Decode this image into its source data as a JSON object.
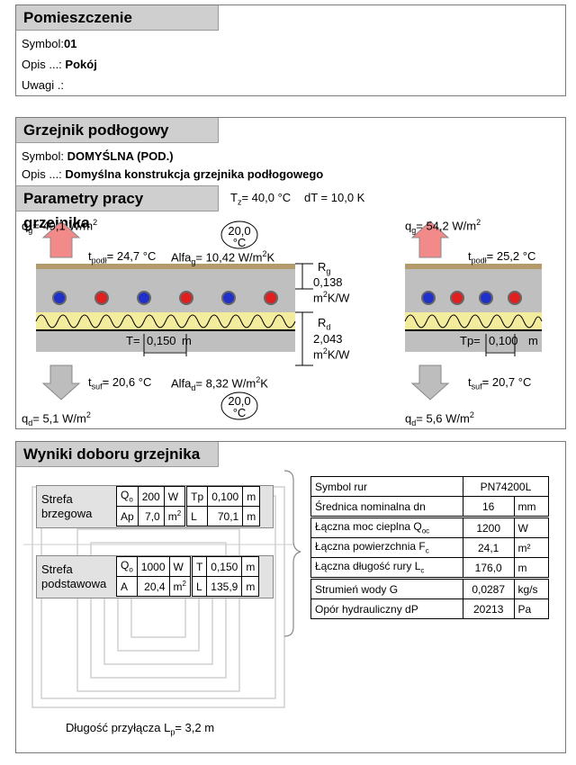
{
  "room": {
    "title": "Pomieszczenie",
    "symbol_label": "Symbol:",
    "symbol_value": "01",
    "desc_label": "Opis ...:",
    "desc_value": "Pokój",
    "notes_label": "Uwagi .:",
    "notes_value": ""
  },
  "heater": {
    "title": "Grzejnik podłogowy",
    "symbol_label": "Symbol:",
    "symbol_value": "DOMYŚLNA (POD.)",
    "desc_label": "Opis ...:",
    "desc_value": "Domyślna konstrukcja grzejnika podłogowego"
  },
  "params": {
    "title": "Parametry pracy grzejnika",
    "tz_label": "T",
    "tz_sub": "z",
    "tz_value": "= 40,0 °C",
    "dt_label": "dT = 10,0 K",
    "left": {
      "qg_label": "q",
      "qg_sub": "g",
      "qg_value": "= 49,1 W/m",
      "tpodl_label": "t",
      "tpodl_sub": "podł",
      "tpodl_value": "= 24,7 °C",
      "alfag_label": "Alfa",
      "alfag_sub": "g",
      "alfag_value": "= 10,42 W/m",
      "alfag_unit": "K",
      "temp_top": "20,0",
      "temp_unit": "°C",
      "rg_label": "R",
      "rg_sub": "g",
      "rg_value": "0,138",
      "rg_unit": "m",
      "rg_unit2": "K/W",
      "rd_label": "R",
      "rd_sub": "d",
      "rd_value": "2,043",
      "rd_unit": "m",
      "rd_unit2": "K/W",
      "t_label": "T=",
      "t_value": "0,150",
      "t_unit": "m",
      "tsuf_label": "t",
      "tsuf_sub": "suf",
      "tsuf_value": "= 20,6 °C",
      "alfad_label": "Alfa",
      "alfad_sub": "d",
      "alfad_value": "= 8,32 W/m",
      "alfad_unit": "K",
      "temp_bottom": "20,0",
      "qd_label": "q",
      "qd_sub": "d",
      "qd_value": "= 5,1 W/m"
    },
    "right": {
      "qg_label": "q",
      "qg_sub": "g",
      "qg_value": "= 54,2 W/m",
      "tpodl_label": "t",
      "tpodl_sub": "podł",
      "tpodl_value": "= 25,2 °C",
      "tp_label": "Tp=",
      "tp_value": "0,100",
      "tp_unit": "m",
      "tsuf_label": "t",
      "tsuf_sub": "suf",
      "tsuf_value": "= 20,7 °C",
      "qd_label": "q",
      "qd_sub": "d",
      "qd_value": "= 5,6 W/m"
    }
  },
  "results": {
    "title": "Wyniki doboru grzejnika",
    "edge_zone": {
      "name1": "Strefa",
      "name2": "brzegowa",
      "r1": [
        "Q",
        "200",
        "W",
        "Tp",
        "0,100",
        "m"
      ],
      "r2": [
        "Ap",
        "7,0",
        "m",
        "L",
        "70,1",
        "m"
      ]
    },
    "base_zone": {
      "name1": "Strefa",
      "name2": "podstawowa",
      "r1": [
        "Q",
        "1000",
        "W",
        "T",
        "0,150",
        "m"
      ],
      "r2": [
        "A",
        "20,4",
        "m",
        "L",
        "135,9",
        "m"
      ]
    },
    "connection_label": "Długość przyłącza L",
    "connection_sub": "p",
    "connection_value": "= 3,2 m",
    "summary": [
      {
        "label": "Symbol rur",
        "value": "PN74200L",
        "unit": ""
      },
      {
        "label": "Średnica nominalna dn",
        "value": "16",
        "unit": "mm"
      },
      {
        "label": "Łączna moc cieplna Q",
        "sub": "oc",
        "value": "1200",
        "unit": "W"
      },
      {
        "label": "Łączna powierzchnia F",
        "sub": "c",
        "value": "24,1",
        "unit": "m²"
      },
      {
        "label": "Łączna długość rury L",
        "sub": "c",
        "value": "176,0",
        "unit": "m"
      },
      {
        "label": "Strumień wody G",
        "value": "0,0287",
        "unit": "kg/s"
      },
      {
        "label": "Opór hydrauliczny dP",
        "value": "20213",
        "unit": "Pa"
      }
    ]
  }
}
